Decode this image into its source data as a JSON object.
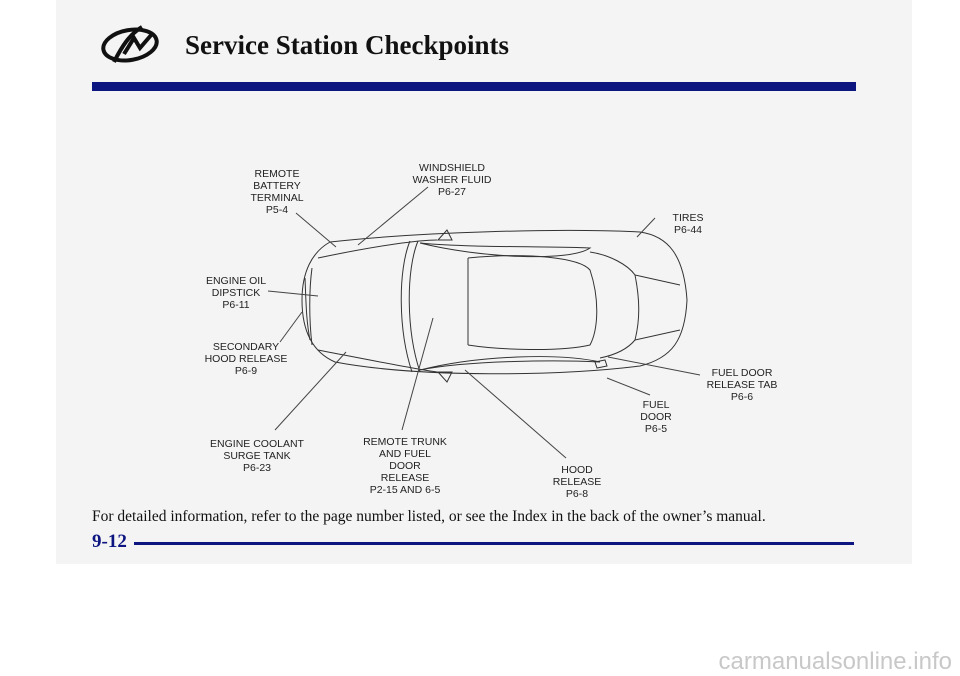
{
  "header": {
    "title": "Service Station Checkpoints",
    "logo": "oldsmobile-logo"
  },
  "diagram": {
    "labels": [
      {
        "id": "remote-battery-terminal",
        "lines": [
          "REMOTE",
          "BATTERY",
          "TERMINAL",
          "P5-4"
        ]
      },
      {
        "id": "windshield-washer-fluid",
        "lines": [
          "WINDSHIELD",
          "WASHER FLUID",
          "P6-27"
        ]
      },
      {
        "id": "tires",
        "lines": [
          "TIRES",
          "P6-44"
        ]
      },
      {
        "id": "engine-oil-dipstick",
        "lines": [
          "ENGINE OIL",
          "DIPSTICK",
          "P6-11"
        ]
      },
      {
        "id": "secondary-hood-release",
        "lines": [
          "SECONDARY",
          "HOOD RELEASE",
          "P6-9"
        ]
      },
      {
        "id": "fuel-door-release-tab",
        "lines": [
          "FUEL DOOR",
          "RELEASE TAB",
          "P6-6"
        ]
      },
      {
        "id": "fuel-door",
        "lines": [
          "FUEL",
          "DOOR",
          "P6-5"
        ]
      },
      {
        "id": "engine-coolant-surge-tank",
        "lines": [
          "ENGINE COOLANT",
          "SURGE TANK",
          "P6-23"
        ]
      },
      {
        "id": "remote-trunk-fuel-door-release",
        "lines": [
          "REMOTE TRUNK",
          "AND FUEL",
          "DOOR",
          "RELEASE",
          "P2-15 AND 6-5"
        ]
      },
      {
        "id": "hood-release",
        "lines": [
          "HOOD",
          "RELEASE",
          "P6-8"
        ]
      }
    ]
  },
  "footer": {
    "note": "For detailed information, refer to the page number listed, or see the Index in the back of the owner’s manual.",
    "page_number": "9-12"
  },
  "watermark": "carmanualsonline.info",
  "colors": {
    "accent": "#0c1580",
    "panel": "#f4f4f4"
  }
}
